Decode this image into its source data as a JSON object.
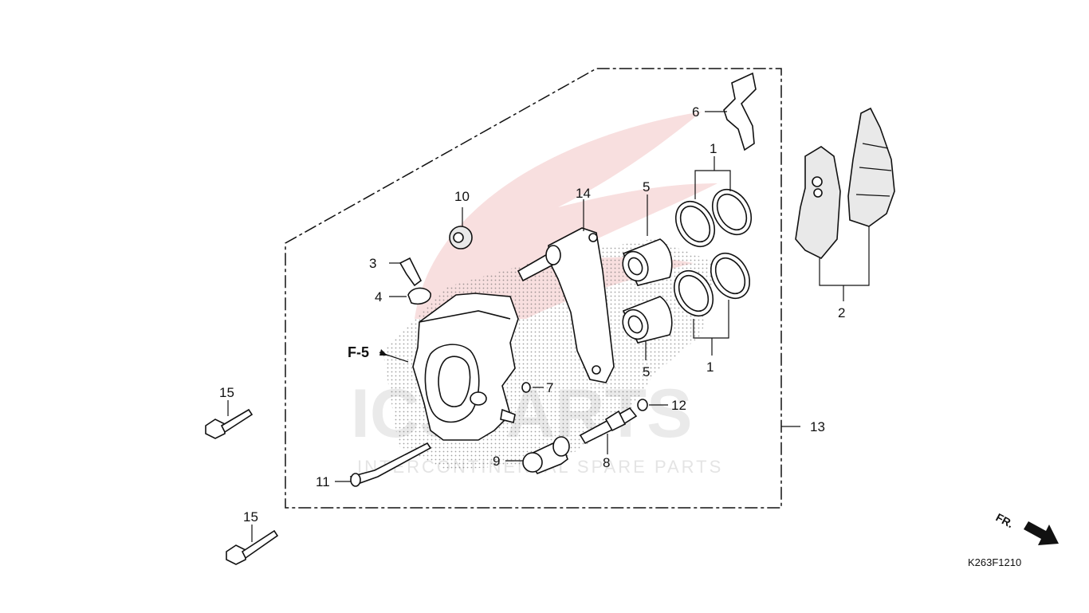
{
  "diagram": {
    "code": "K263F1210",
    "reference": "F-5",
    "direction_label": "FR.",
    "watermark": {
      "brand": "ICSPARTS",
      "tagline": "INTERCONTINENTAL SPARE PARTS"
    },
    "callouts": {
      "c1a": "1",
      "c1b": "1",
      "c2": "2",
      "c3": "3",
      "c4": "4",
      "c5a": "5",
      "c5b": "5",
      "c6": "6",
      "c7": "7",
      "c8": "8",
      "c9": "9",
      "c10": "10",
      "c11": "11",
      "c12": "12",
      "c13": "13",
      "c14": "14",
      "c15a": "15",
      "c15b": "15"
    }
  }
}
